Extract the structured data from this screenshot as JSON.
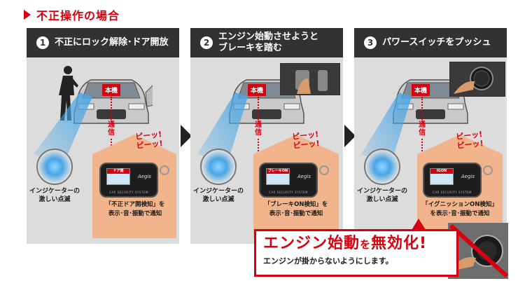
{
  "header": {
    "title": "不正操作の場合"
  },
  "steps": [
    {
      "number": "1",
      "label": "不正にロック解除･ドア開放",
      "screen": "ドア開",
      "notice_line1": "「不正ドア開検知」を",
      "notice_line2": "表示･音･振動で通知"
    },
    {
      "number": "2",
      "label_line1": "エンジン始動させようと",
      "label_line2": "ブレーキを踏む",
      "screen": "ブレーキON",
      "notice_line1": "「ブレーキON検知」を",
      "notice_line2": "表示･音･振動で通知"
    },
    {
      "number": "3",
      "label": "パワースイッチをプッシュ",
      "screen": "IGON",
      "notice_line1": "「イグニッションON検知」",
      "notice_line2": "を表示･音･振動で通知"
    }
  ],
  "common": {
    "unit_label": "本機",
    "comm_label": "通信",
    "beep_line1": "ピーッ!",
    "beep_line2": "ピーッ!",
    "indicator_line1": "インジケーターの",
    "indicator_line2": "激しい点滅",
    "remote_brand": "Aegis",
    "remote_footer": "CAR SECURITY SYSTEM"
  },
  "banner": {
    "main_a": "エンジン始動",
    "main_b": "を",
    "main_c": "無効化!",
    "sub": "エンジンが掛からないようにします。"
  },
  "colors": {
    "accent": "#d7000f",
    "header_bg": "#323232",
    "panel_bg": "#dcdcdc",
    "beam": "#4aa6e6",
    "house": "#f2b48c"
  }
}
